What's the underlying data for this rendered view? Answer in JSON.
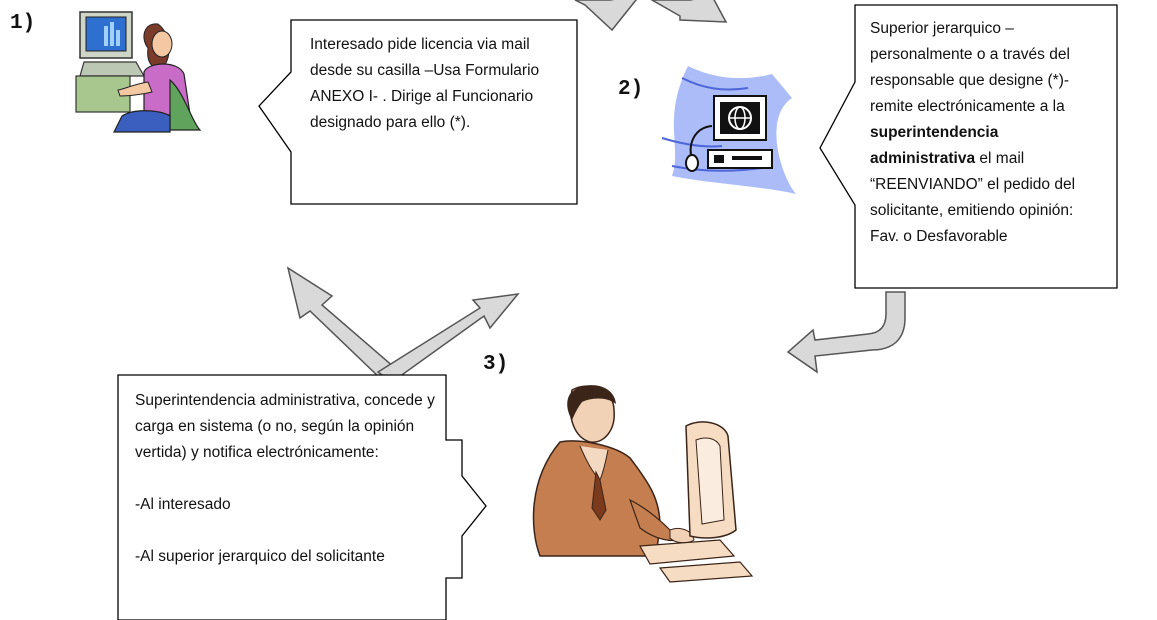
{
  "steps": {
    "one": "1)",
    "two": "2)",
    "three": "3)"
  },
  "box1": {
    "text": "Interesado pide licencia via mail desde su casilla –Usa Formulario  ANEXO I- . Dirige al Funcionario designado para ello (*)."
  },
  "box2": {
    "text_a": "Superior jerarquico – personalmente o a través del responsable que designe (*)- remite electrónicamente  a la ",
    "bold": "superintendencia administrativa",
    "text_b": " el mail “REENVIANDO” el pedido del solicitante, emitiendo opinión: Fav. o Desfavorable"
  },
  "box3": {
    "intro": "Superintendencia  administrativa, concede y carga en sistema (o no, según la opinión vertida) y notifica electrónicamente:",
    "item1": "-Al interesado",
    "item2": "-Al superior jerarquico del solicitante"
  },
  "icons": {
    "person_computer": "woman-at-computer-icon",
    "network_computer": "network-computer-icon",
    "man_computer": "man-at-computer-icon"
  },
  "colors": {
    "arrow_fill": "#d9d9d9",
    "arrow_stroke": "#555555",
    "chart_blue": "#3b7dd8",
    "wave_blue": "#6f8cf0"
  }
}
